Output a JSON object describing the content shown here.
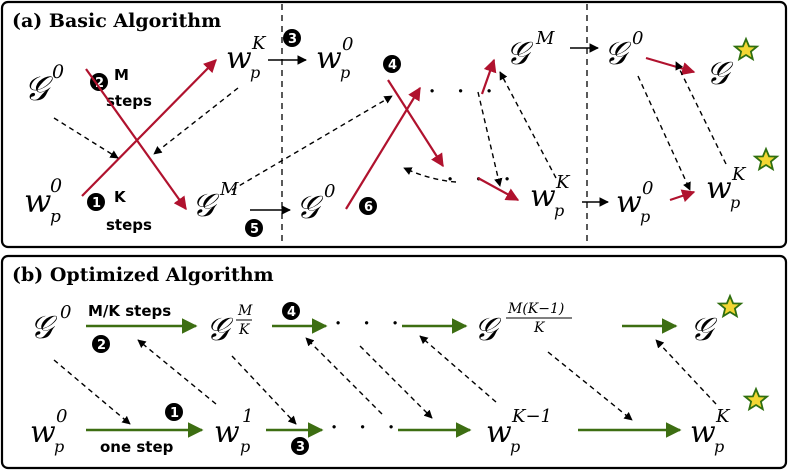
{
  "panel_a": {
    "title": "(a) Basic Algorithm",
    "badges": [
      "1",
      "2",
      "3",
      "4",
      "5",
      "6"
    ],
    "step_m": "M",
    "step_k": "K",
    "steps_word": "steps"
  },
  "panel_b": {
    "title": "(b) Optimized Algorithm",
    "badges": [
      "1",
      "2",
      "3",
      "4"
    ],
    "mk_steps": "M/K steps",
    "one_step": "one step"
  },
  "symbols": {
    "G": "𝒢",
    "w": "w",
    "p": "p",
    "zero": "0",
    "K": "K",
    "M": "M",
    "one": "1",
    "K_minus_1": "K−1",
    "frac_M_K_num": "M",
    "frac_M_K_den": "K",
    "frac_big_num": "M(K−1)",
    "frac_big_den": "K",
    "dots": "· · ·"
  },
  "colors": {
    "red_arrow": "#b0122e",
    "green_arrow": "#3d6e12",
    "star_fill": "#f2d633",
    "star_stroke": "#2f6f10"
  },
  "icons": [
    "star-icon",
    "number-badge-icon"
  ]
}
